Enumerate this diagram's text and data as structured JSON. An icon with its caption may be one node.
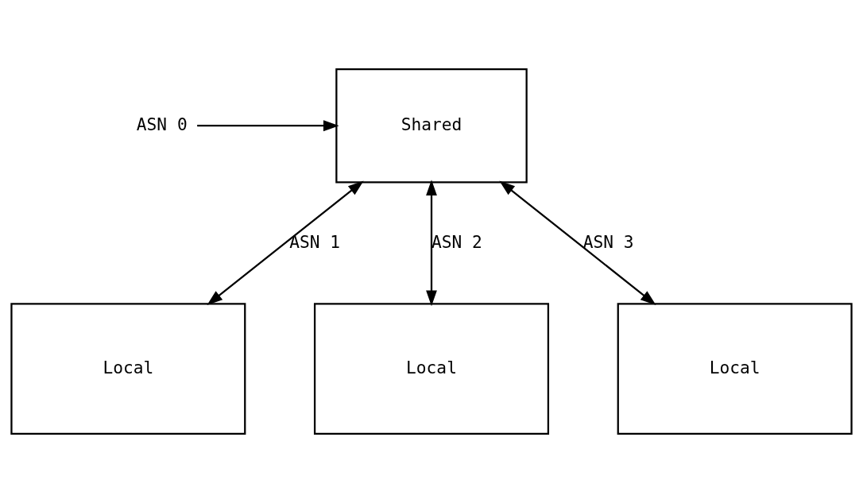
{
  "diagram": {
    "nodes": [
      {
        "text": [
          "ASN 0"
        ]
      },
      {
        "text": [
          "Shared"
        ]
      },
      {
        "text": [
          "Local"
        ]
      },
      {
        "text": [
          "Local"
        ]
      },
      {
        "text": [
          "Local"
        ]
      }
    ],
    "edges": [
      {
        "from": 0,
        "to": 1,
        "arrow": "to"
      },
      {
        "from": 1,
        "to": 2,
        "arrow": "both",
        "label": "ASN 1"
      },
      {
        "from": 1,
        "to": 3,
        "arrow": "both",
        "label": "ASN 2"
      },
      {
        "from": 1,
        "to": 4,
        "arrow": "both",
        "label": "ASN 3"
      }
    ]
  }
}
